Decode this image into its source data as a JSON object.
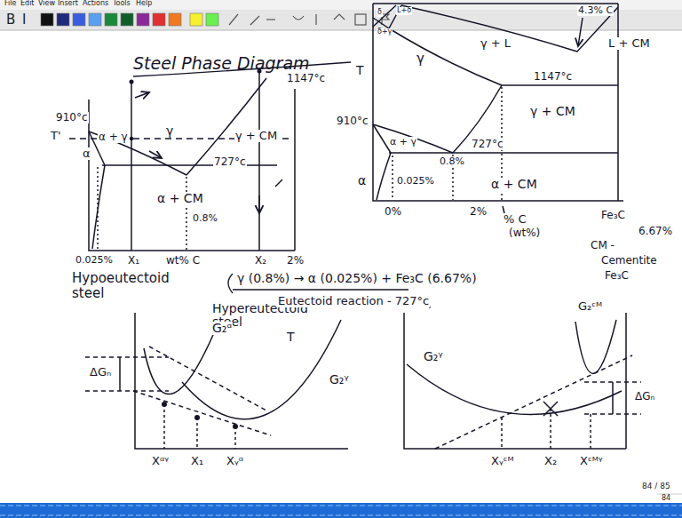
{
  "diagram": {
    "title": "Steel Phase Diagram",
    "labels": [
      "File",
      "Edit",
      "View",
      "Insert",
      "Actions",
      "Tools",
      "Help",
      "B",
      "I",
      "910°c",
      "T'",
      "α + γ",
      "γ",
      "γ + CM",
      "727°c",
      "1147°c",
      "α",
      "α + CM",
      "0.8%",
      "0.025%",
      "X₁",
      "wt% C",
      "X₂",
      "2%",
      "Hypoeutectoid steel",
      "Hypereutectoid steel",
      "γ (0.8%) → α (0.025%) + Fe₃C (6.67%)",
      "Eutectoid reaction - 727°c",
      "L+δ",
      "δ",
      "δ+γ",
      "T",
      "γ",
      "γ + L",
      "4.3% C",
      "L + CM",
      "1147°c",
      "γ + CM",
      "910°c",
      "727°c",
      "α + γ",
      "0.8%",
      "α",
      "0.025%",
      "α + CM",
      "0%",
      "2%",
      "% C",
      "(wt%)",
      "Fe₃C",
      "6.67%",
      "CM -",
      "Cementite",
      "Fe₃C",
      "ΔGₙ",
      "G₂ᵅ",
      "T",
      "G₂ᵞ",
      "Xᵅᵞ",
      "X₁",
      "Xᵧᵅ",
      "G₂ᵞ",
      "G₂ᶜᴹ",
      "ΔGₙ",
      "Xᵧᶜᴹ",
      "X₂",
      "Xᶜᴹᵞ",
      "84 / 85",
      "84"
    ]
  }
}
